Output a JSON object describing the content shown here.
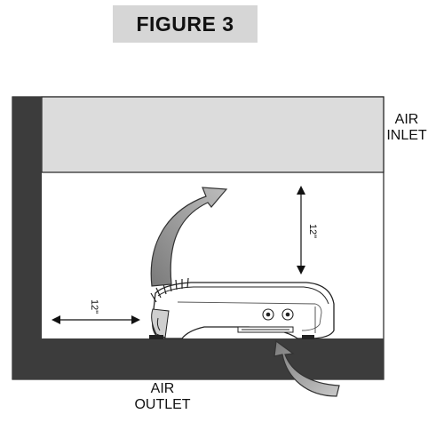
{
  "figure": {
    "title": "FIGURE 3"
  },
  "labels": {
    "air_inlet_line1": "AIR",
    "air_inlet_line2": "INLET",
    "air_outlet_line1": "AIR",
    "air_outlet_line2": "OUTLET"
  },
  "dimensions": {
    "vertical_clearance": "12\"",
    "side_clearance": "12\""
  }
}
